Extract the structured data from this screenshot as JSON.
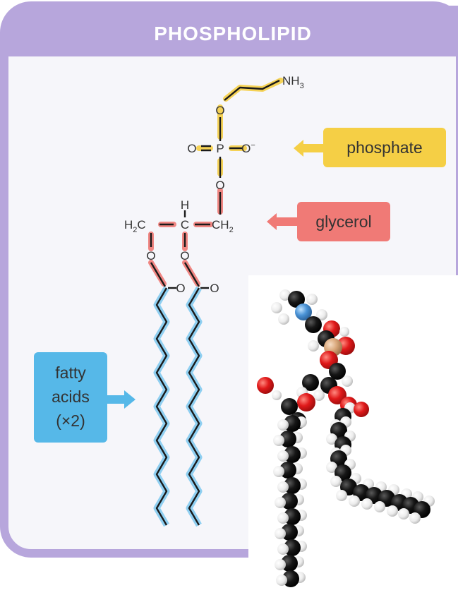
{
  "title": "PHOSPHOLIPID",
  "colors": {
    "frame": "#b7a6dc",
    "phosphate": "#f5cf45",
    "glycerol": "#f07a76",
    "fatty_acids": "#56b8e8",
    "carbon": "#111111",
    "oxygen": "#d61f1f",
    "nitrogen": "#4a93d6",
    "phosphorus": "#d9a77a",
    "hydrogen": "#f4f4f4"
  },
  "atoms": {
    "nh3": "NH",
    "nh3_sub": "3",
    "o_top": "O",
    "p": "P",
    "o_left": "O",
    "o_right": "O",
    "o_charge": "−",
    "o_mid": "O",
    "h2c": "H",
    "h2c_sub": "2",
    "h2c_c": "C",
    "h_top": "H",
    "c_mid": "C",
    "ch2": "CH",
    "ch2_sub": "2",
    "o_ester_left": "O",
    "o_ester_mid": "O",
    "o_carbonyl_left": "O",
    "o_carbonyl_right": "O"
  },
  "labels": {
    "phosphate": "phosphate",
    "glycerol": "glycerol",
    "fatty_line1": "fatty",
    "fatty_line2": "acids",
    "fatty_line3": "(×2)"
  },
  "icons": {
    "arrows": "arrow-left-icon, arrow-right-icon",
    "model": "space-filling-molecule-model"
  }
}
